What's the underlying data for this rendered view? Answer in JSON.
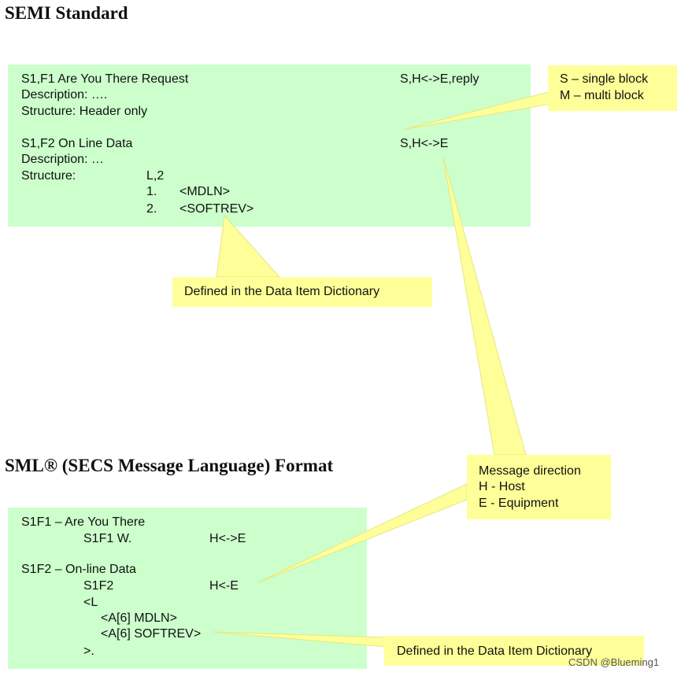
{
  "title_semi": "SEMI Standard",
  "title_sml": "SML® (SECS Message Language) Format",
  "semi_box": {
    "s1f1_title": "S1,F1 Are You There Request",
    "s1f1_dir": "S,H<->E,reply",
    "s1f1_desc": "Description: ….",
    "s1f1_struct": "Structure: Header only",
    "s1f2_title": "S1,F2 On Line Data",
    "s1f2_dir": "S,H<->E",
    "s1f2_desc": "Description: …",
    "s1f2_struct_label": "Structure:",
    "s1f2_list": "L,2",
    "item1_num": "1.",
    "item1_val": "<MDLN>",
    "item2_num": "2.",
    "item2_val": "<SOFTREV>"
  },
  "callouts": {
    "block_s": "S – single block",
    "block_m": "M – multi block",
    "dictionary_top": "Defined in the Data Item Dictionary",
    "direction_title": "Message direction",
    "direction_h": "H - Host",
    "direction_e": "E - Equipment",
    "dictionary_bottom": "Defined in the Data Item Dictionary"
  },
  "sml_box": {
    "s1f1_title": "S1F1 – Are You There",
    "s1f1_msg": "S1F1 W.",
    "s1f1_dir": "H<->E",
    "s1f2_title": "S1F2 – On-line Data",
    "s1f2_msg": "S1F2",
    "s1f2_dir": "H<-E",
    "list_open": "<L",
    "item1": "<A[6] MDLN>",
    "item2": "<A[6] SOFTREV>",
    "list_close": ">."
  },
  "watermark": "CSDN @Blueming1",
  "colors": {
    "box_green": "#ccffcc",
    "callout_yellow": "#ffff99"
  }
}
